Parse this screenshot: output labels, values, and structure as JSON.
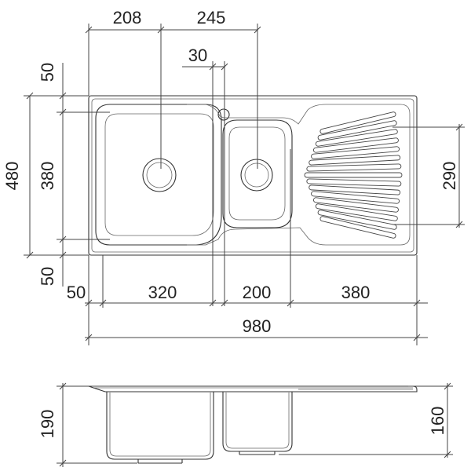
{
  "dimensions": {
    "top": {
      "waste_left": "208",
      "waste_spacing": "245",
      "gap_between_bowls": "30"
    },
    "left": {
      "overall_depth": "480",
      "bowl_depth": "380",
      "top_margin": "50",
      "bottom_margin": "50"
    },
    "right": {
      "drainer_depth": "290"
    },
    "bottom": {
      "left_margin": "50",
      "large_bowl_width": "320",
      "small_bowl_width": "200",
      "drainer_width": "380",
      "overall_width": "980"
    },
    "side_view": {
      "large_bowl_height": "190",
      "small_bowl_height": "160"
    }
  },
  "colors": {
    "line": "#444444",
    "text": "#222222",
    "background": "#ffffff"
  }
}
